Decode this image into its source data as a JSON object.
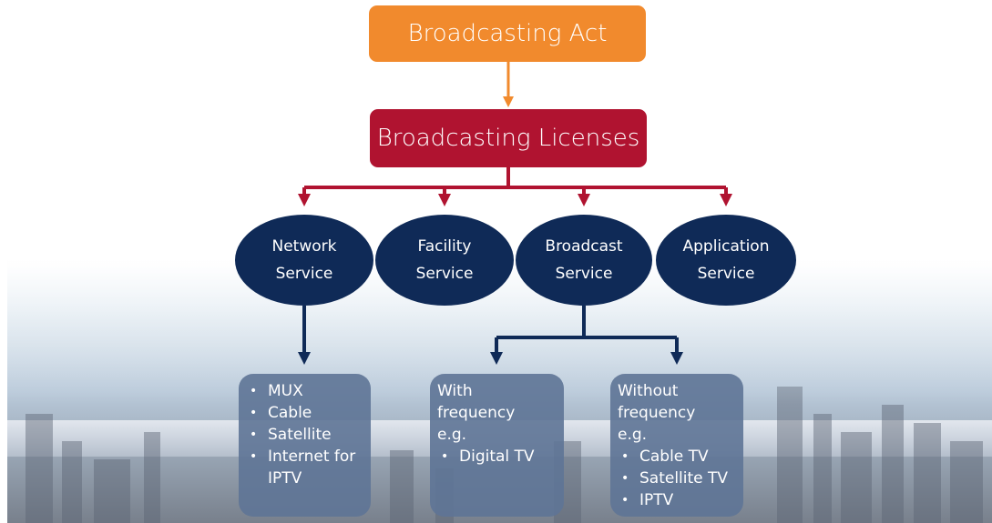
{
  "act": {
    "label": "Broadcasting Act"
  },
  "licenses": {
    "label": "Broadcasting Licenses"
  },
  "services": [
    {
      "id": "network",
      "label": "Network\nService"
    },
    {
      "id": "facility",
      "label": "Facility\nService"
    },
    {
      "id": "broadcast",
      "label": "Broadcast\nService"
    },
    {
      "id": "application",
      "label": "Application\nService"
    }
  ],
  "cards": {
    "network": {
      "items": [
        "MUX",
        "Cable",
        "Satellite",
        "Internet for IPTV"
      ]
    },
    "with_freq": {
      "lead": "With frequency e.g.",
      "items": [
        "Digital TV"
      ]
    },
    "without_freq": {
      "lead": "Without frequency e.g.",
      "items": [
        "Cable TV",
        "Satellite TV",
        "IPTV"
      ]
    }
  },
  "colors": {
    "act": "#f18a2d",
    "licenses": "#b01330",
    "service": "#0f2a57",
    "card": "#5e7496"
  }
}
